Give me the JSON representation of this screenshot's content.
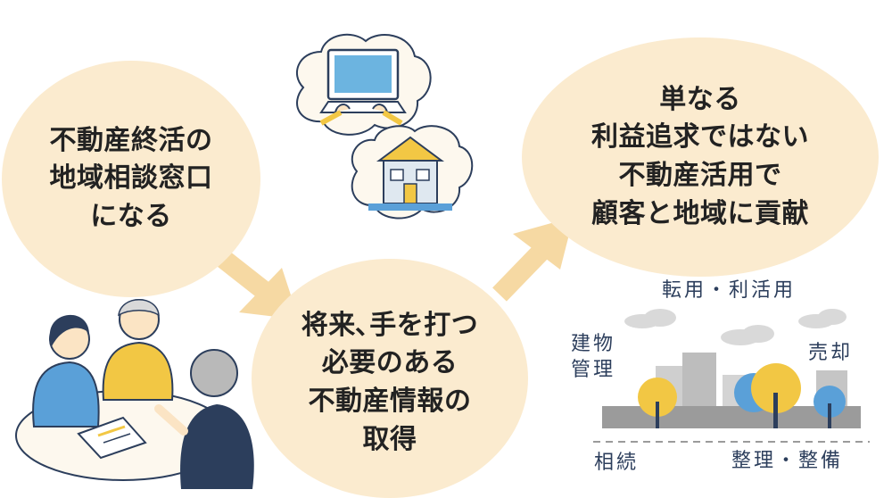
{
  "bubbles": {
    "left": "不動産終活の\n地域相談窓口\nになる",
    "center": "将来､手を打つ\n必要のある\n不動産情報の\n取得",
    "right": "単なる\n利益追求ではない\n不動産活用で\n顧客と地域に貢献"
  },
  "city_labels": {
    "conversion": "転用・利活用",
    "building_mgmt": "建物\n管理",
    "sale": "売却",
    "inheritance": "相続",
    "organize": "整理・整備"
  },
  "colors": {
    "bubble": "#fbebcf",
    "arrow": "#f6d9a3",
    "navy": "#2c3e5c",
    "yellow": "#f2c744",
    "blue": "#5aa0d8"
  }
}
